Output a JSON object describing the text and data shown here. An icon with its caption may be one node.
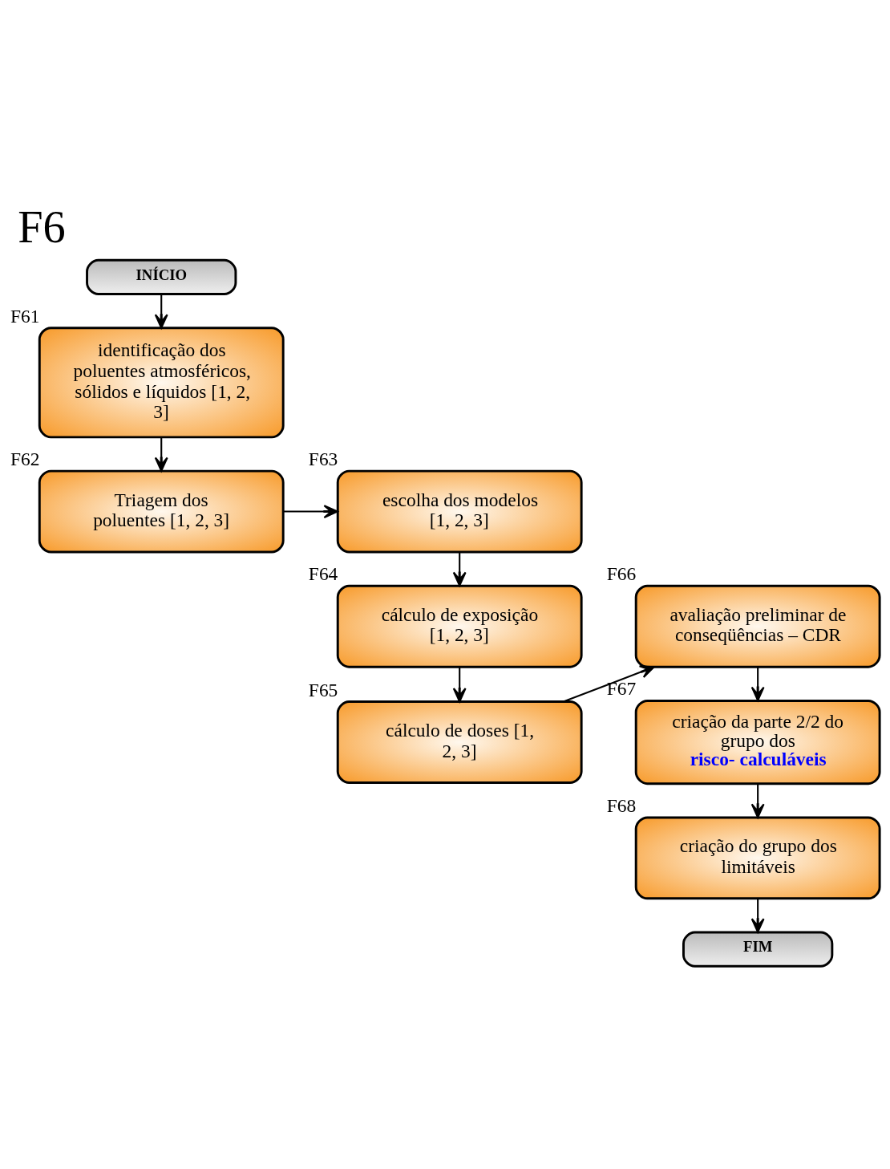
{
  "diagram": {
    "title": "F6",
    "nodes": [
      {
        "text": [
          "INÍCIO"
        ]
      },
      {
        "text": [
          "identificação dos poluentes atmosféricos, sólidos e líquidos [1, 2, 3]"
        ],
        "beside": [
          "F61"
        ]
      },
      {
        "text": [
          "Triagem dos poluentes [1, 2, 3]"
        ],
        "beside": [
          "F62"
        ]
      },
      {
        "text": [
          "escolha dos modelos [1, 2, 3]"
        ],
        "beside": [
          "F63"
        ]
      },
      {
        "text": [
          "cálculo de exposição [1, 2, 3]"
        ],
        "beside": [
          "F64"
        ]
      },
      {
        "text": [
          "cálculo de doses [1, 2, 3]"
        ],
        "beside": [
          "F65"
        ]
      },
      {
        "text": [
          "avaliação preliminar de conseqüências – CDR"
        ],
        "beside": [
          "F66"
        ]
      },
      {
        "text": [
          "criação da parte 2/2 do grupo dos",
          "risco- calculáveis"
        ],
        "beside": [
          "F67"
        ]
      },
      {
        "text": [
          "criação do grupo dos limitáveis"
        ],
        "beside": [
          "F68"
        ]
      },
      {
        "text": [
          "FIM"
        ]
      }
    ],
    "edges": [
      {
        "from": 0,
        "to": 1,
        "arrow": "to"
      },
      {
        "from": 1,
        "to": 2,
        "arrow": "to"
      },
      {
        "from": 2,
        "to": 3,
        "arrow": "to"
      },
      {
        "from": 3,
        "to": 4,
        "arrow": "to"
      },
      {
        "from": 4,
        "to": 5,
        "arrow": "to"
      },
      {
        "from": 5,
        "to": 6,
        "arrow": "to"
      },
      {
        "from": 6,
        "to": 7,
        "arrow": "to"
      },
      {
        "from": 7,
        "to": 8,
        "arrow": "to"
      },
      {
        "from": 8,
        "to": 9,
        "arrow": "to"
      }
    ]
  }
}
